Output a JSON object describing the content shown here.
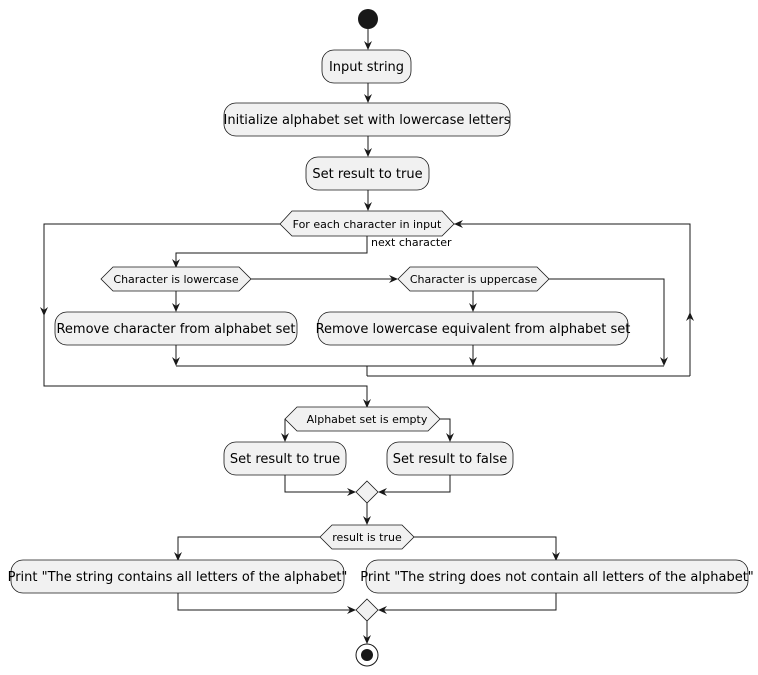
{
  "diagram": {
    "steps": {
      "input": "Input string",
      "init_alphabet": "Initialize alphabet set with lowercase letters",
      "set_true_1": "Set result to true",
      "remove_lower": "Remove character from alphabet set",
      "remove_upper": "Remove lowercase equivalent from alphabet set",
      "set_true_2": "Set result to true",
      "set_false": "Set result to false",
      "print_all": "Print \"The string contains all letters of the alphabet\"",
      "print_not_all": "Print \"The string does not contain all letters of the alphabet\""
    },
    "loop": {
      "condition": "For each character in input",
      "label": "next character"
    },
    "decisions": {
      "is_lower": "Character is lowercase",
      "is_upper": "Character is uppercase",
      "set_empty": "Alphabet set is empty",
      "result_true": "result is true"
    }
  }
}
